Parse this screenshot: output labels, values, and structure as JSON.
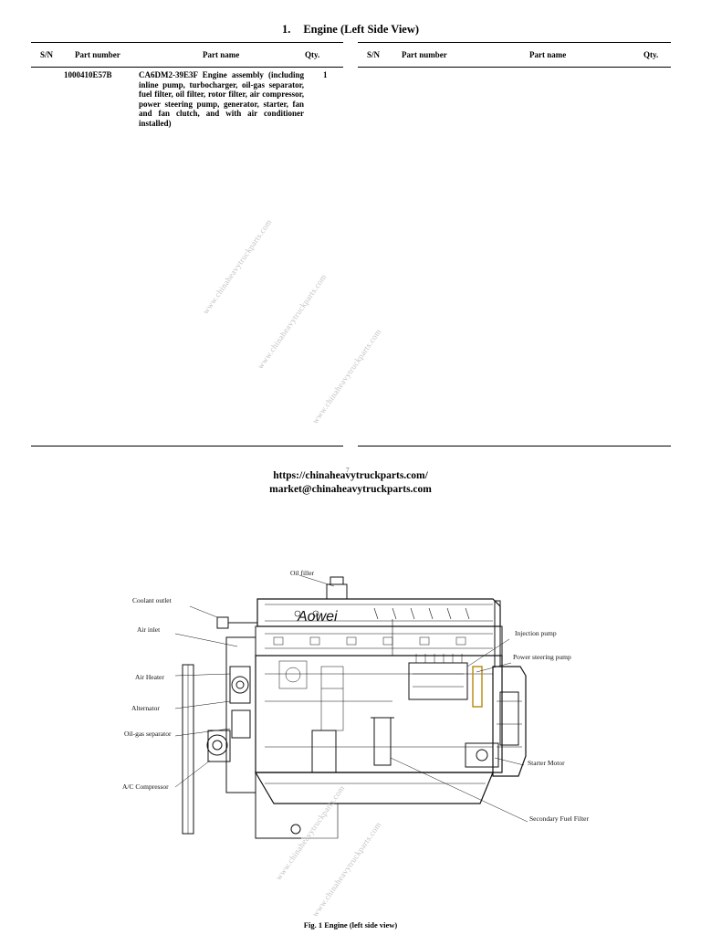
{
  "section": {
    "number": "1.",
    "title": "Engine (Left Side View)"
  },
  "table": {
    "headers": {
      "sn": "S/N",
      "part_number": "Part number",
      "part_name": "Part name",
      "qty": "Qty."
    },
    "rows": [
      {
        "sn": "",
        "part_number": "1000410E57B",
        "part_name": "CA6DM2-39E3F Engine assembly (including inline pump, turbocharger, oil-gas separator, fuel filter, oil filter, rotor filter, air compressor, power steering pump, generator, starter, fan and fan clutch, and with air conditioner installed)",
        "qty": "1"
      }
    ]
  },
  "page_number": "7",
  "footer": {
    "url": "https://chinaheavytruckparts.com/",
    "email": "market@chinaheavytruckparts.com"
  },
  "watermark": "www.chinaheavytruckparts.com",
  "figure": {
    "engine_brand": "Aowei",
    "labels": {
      "oil_filler": "Oil filler",
      "coolant_outlet": "Coolant outlet",
      "air_inlet": "Air inlet",
      "air_heater": "Air Heater",
      "alternator": "Alternator",
      "oil_gas_separator": "Oil-gas separator",
      "ac_compressor": "A/C Compressor",
      "injection_pump": "Injection pump",
      "power_steering_pump": "Power steering pump",
      "starter_motor": "Starter Motor",
      "secondary_fuel_filter": "Secondary Fuel Filter"
    },
    "caption": "Fig. 1 Engine (left side view)"
  }
}
